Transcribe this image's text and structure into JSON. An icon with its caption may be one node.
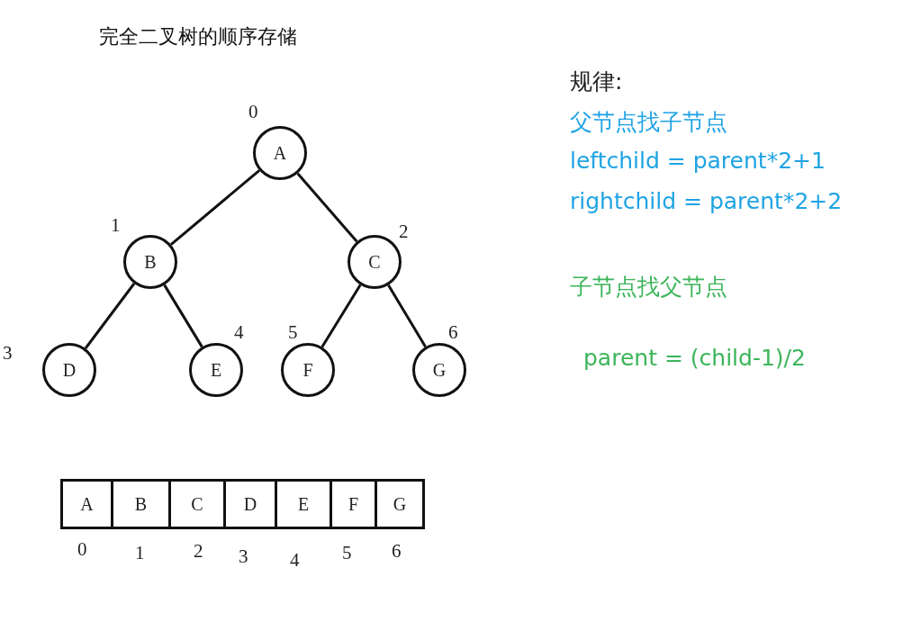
{
  "diagram": {
    "title": "完全二叉树的顺序存储",
    "nodes": [
      {
        "text": [
          "A"
        ],
        "beside": [
          "0"
        ]
      },
      {
        "text": [
          "B"
        ],
        "beside": [
          "1"
        ]
      },
      {
        "text": [
          "C"
        ],
        "beside": [
          "2"
        ]
      },
      {
        "text": [
          "D"
        ],
        "beside": [
          "3"
        ]
      },
      {
        "text": [
          "E"
        ],
        "beside": [
          "4"
        ]
      },
      {
        "text": [
          "F"
        ],
        "beside": [
          "5"
        ]
      },
      {
        "text": [
          "G"
        ],
        "beside": [
          "6"
        ]
      },
      {
        "text": [
          "A"
        ],
        "beside": [
          "0"
        ]
      },
      {
        "text": [
          "B"
        ],
        "beside": [
          "1"
        ]
      },
      {
        "text": [
          "C"
        ],
        "beside": [
          "2"
        ]
      },
      {
        "text": [
          "D"
        ],
        "beside": [
          "3"
        ]
      },
      {
        "text": [
          "E"
        ],
        "beside": [
          "4"
        ]
      },
      {
        "text": [
          "F"
        ],
        "beside": [
          "5"
        ]
      },
      {
        "text": [
          "G"
        ],
        "beside": [
          "6"
        ]
      }
    ],
    "edges": [
      {
        "from": 0,
        "to": 1,
        "arrow": "none"
      },
      {
        "from": 0,
        "to": 2,
        "arrow": "none"
      },
      {
        "from": 1,
        "to": 3,
        "arrow": "none"
      },
      {
        "from": 1,
        "to": 4,
        "arrow": "none"
      },
      {
        "from": 2,
        "to": 5,
        "arrow": "none"
      },
      {
        "from": 2,
        "to": 6,
        "arrow": "none"
      }
    ],
    "labels": [
      "规律:",
      "父节点找子节点",
      "leftchild = parent*2+1",
      "rightchild = parent*2+2",
      "子节点找父节点",
      "parent = (child-1)/2"
    ]
  }
}
